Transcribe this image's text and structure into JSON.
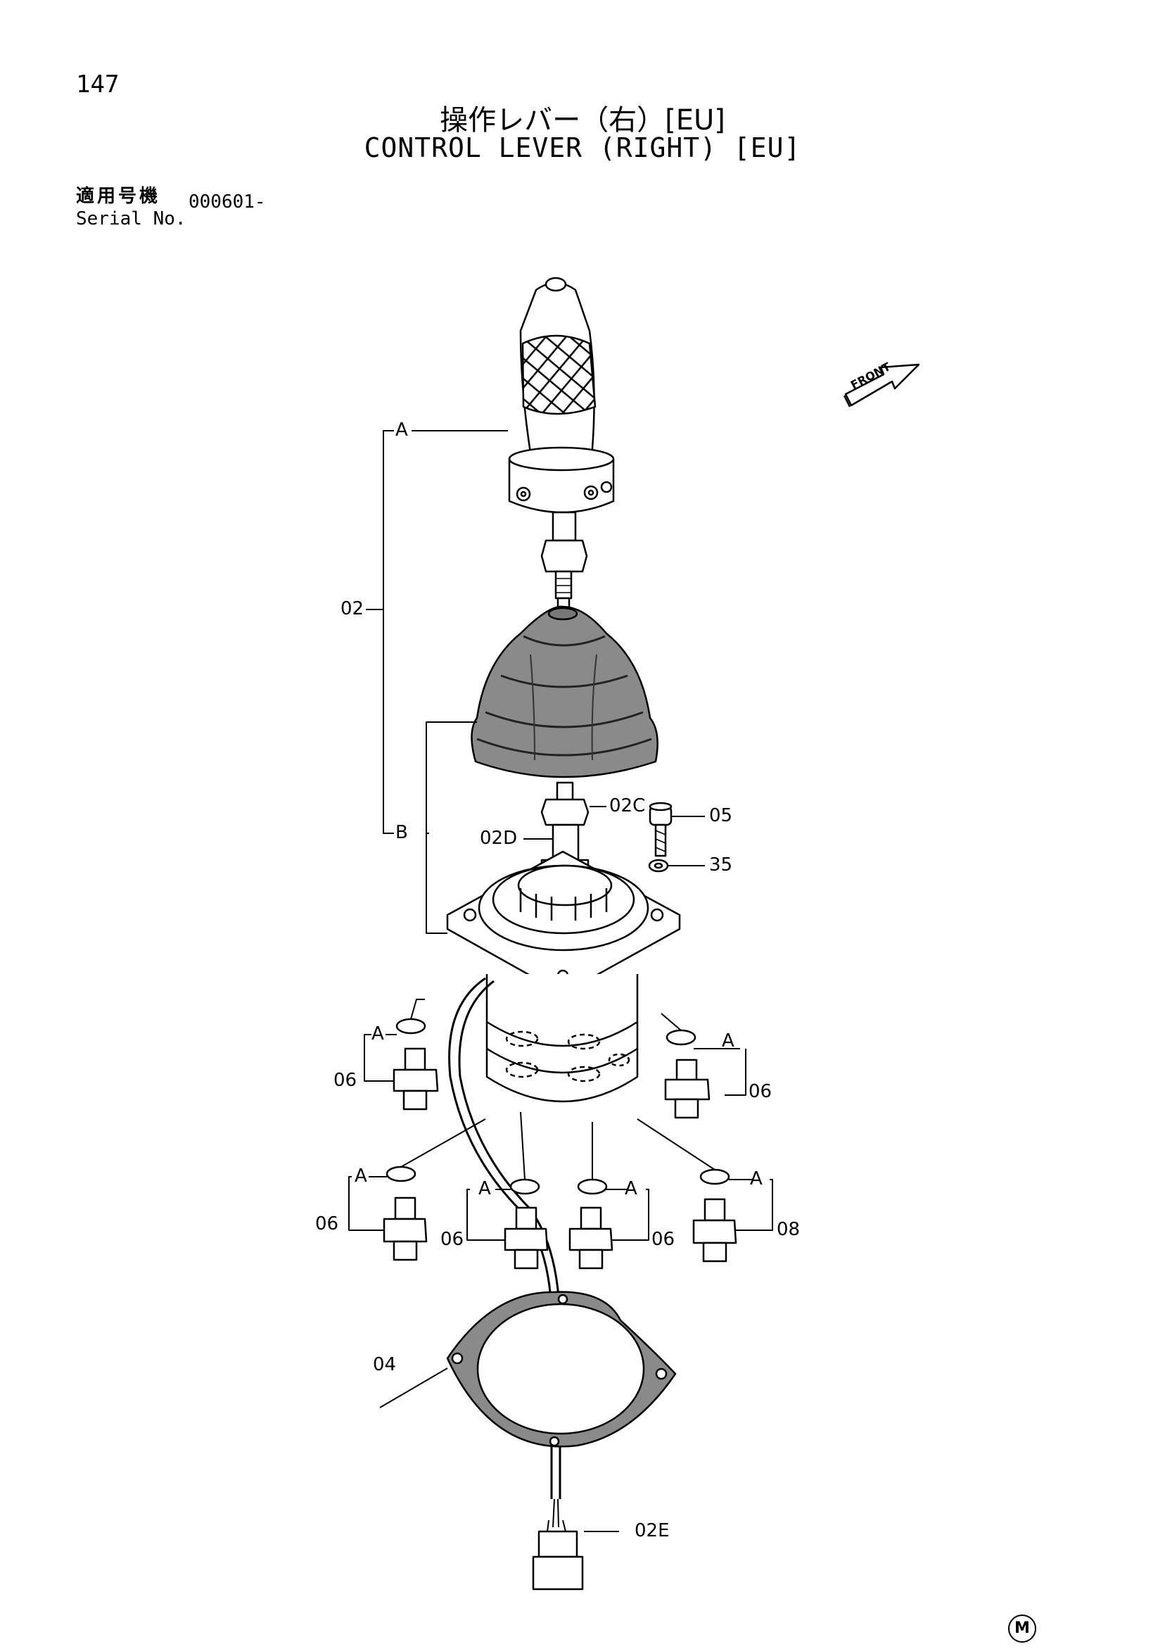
{
  "page_number": "147",
  "title_jp": "操作レバー（右）[EU]",
  "title_en": "CONTROL LEVER (RIGHT) [EU]",
  "serial": {
    "label_jp": "適用号機",
    "label_en": "Serial No.",
    "value": "000601-"
  },
  "front_arrow": "FRONT",
  "callouts": {
    "bracket_a": "A",
    "bracket_b": "B",
    "part_02": "02",
    "part_02c": "02C",
    "part_02d": "02D",
    "part_05": "05",
    "part_35": "35",
    "part_04": "04",
    "part_02e": "02E",
    "ring_a": "A",
    "part_06": "06",
    "part_08": "08"
  },
  "corner_mark": "M"
}
